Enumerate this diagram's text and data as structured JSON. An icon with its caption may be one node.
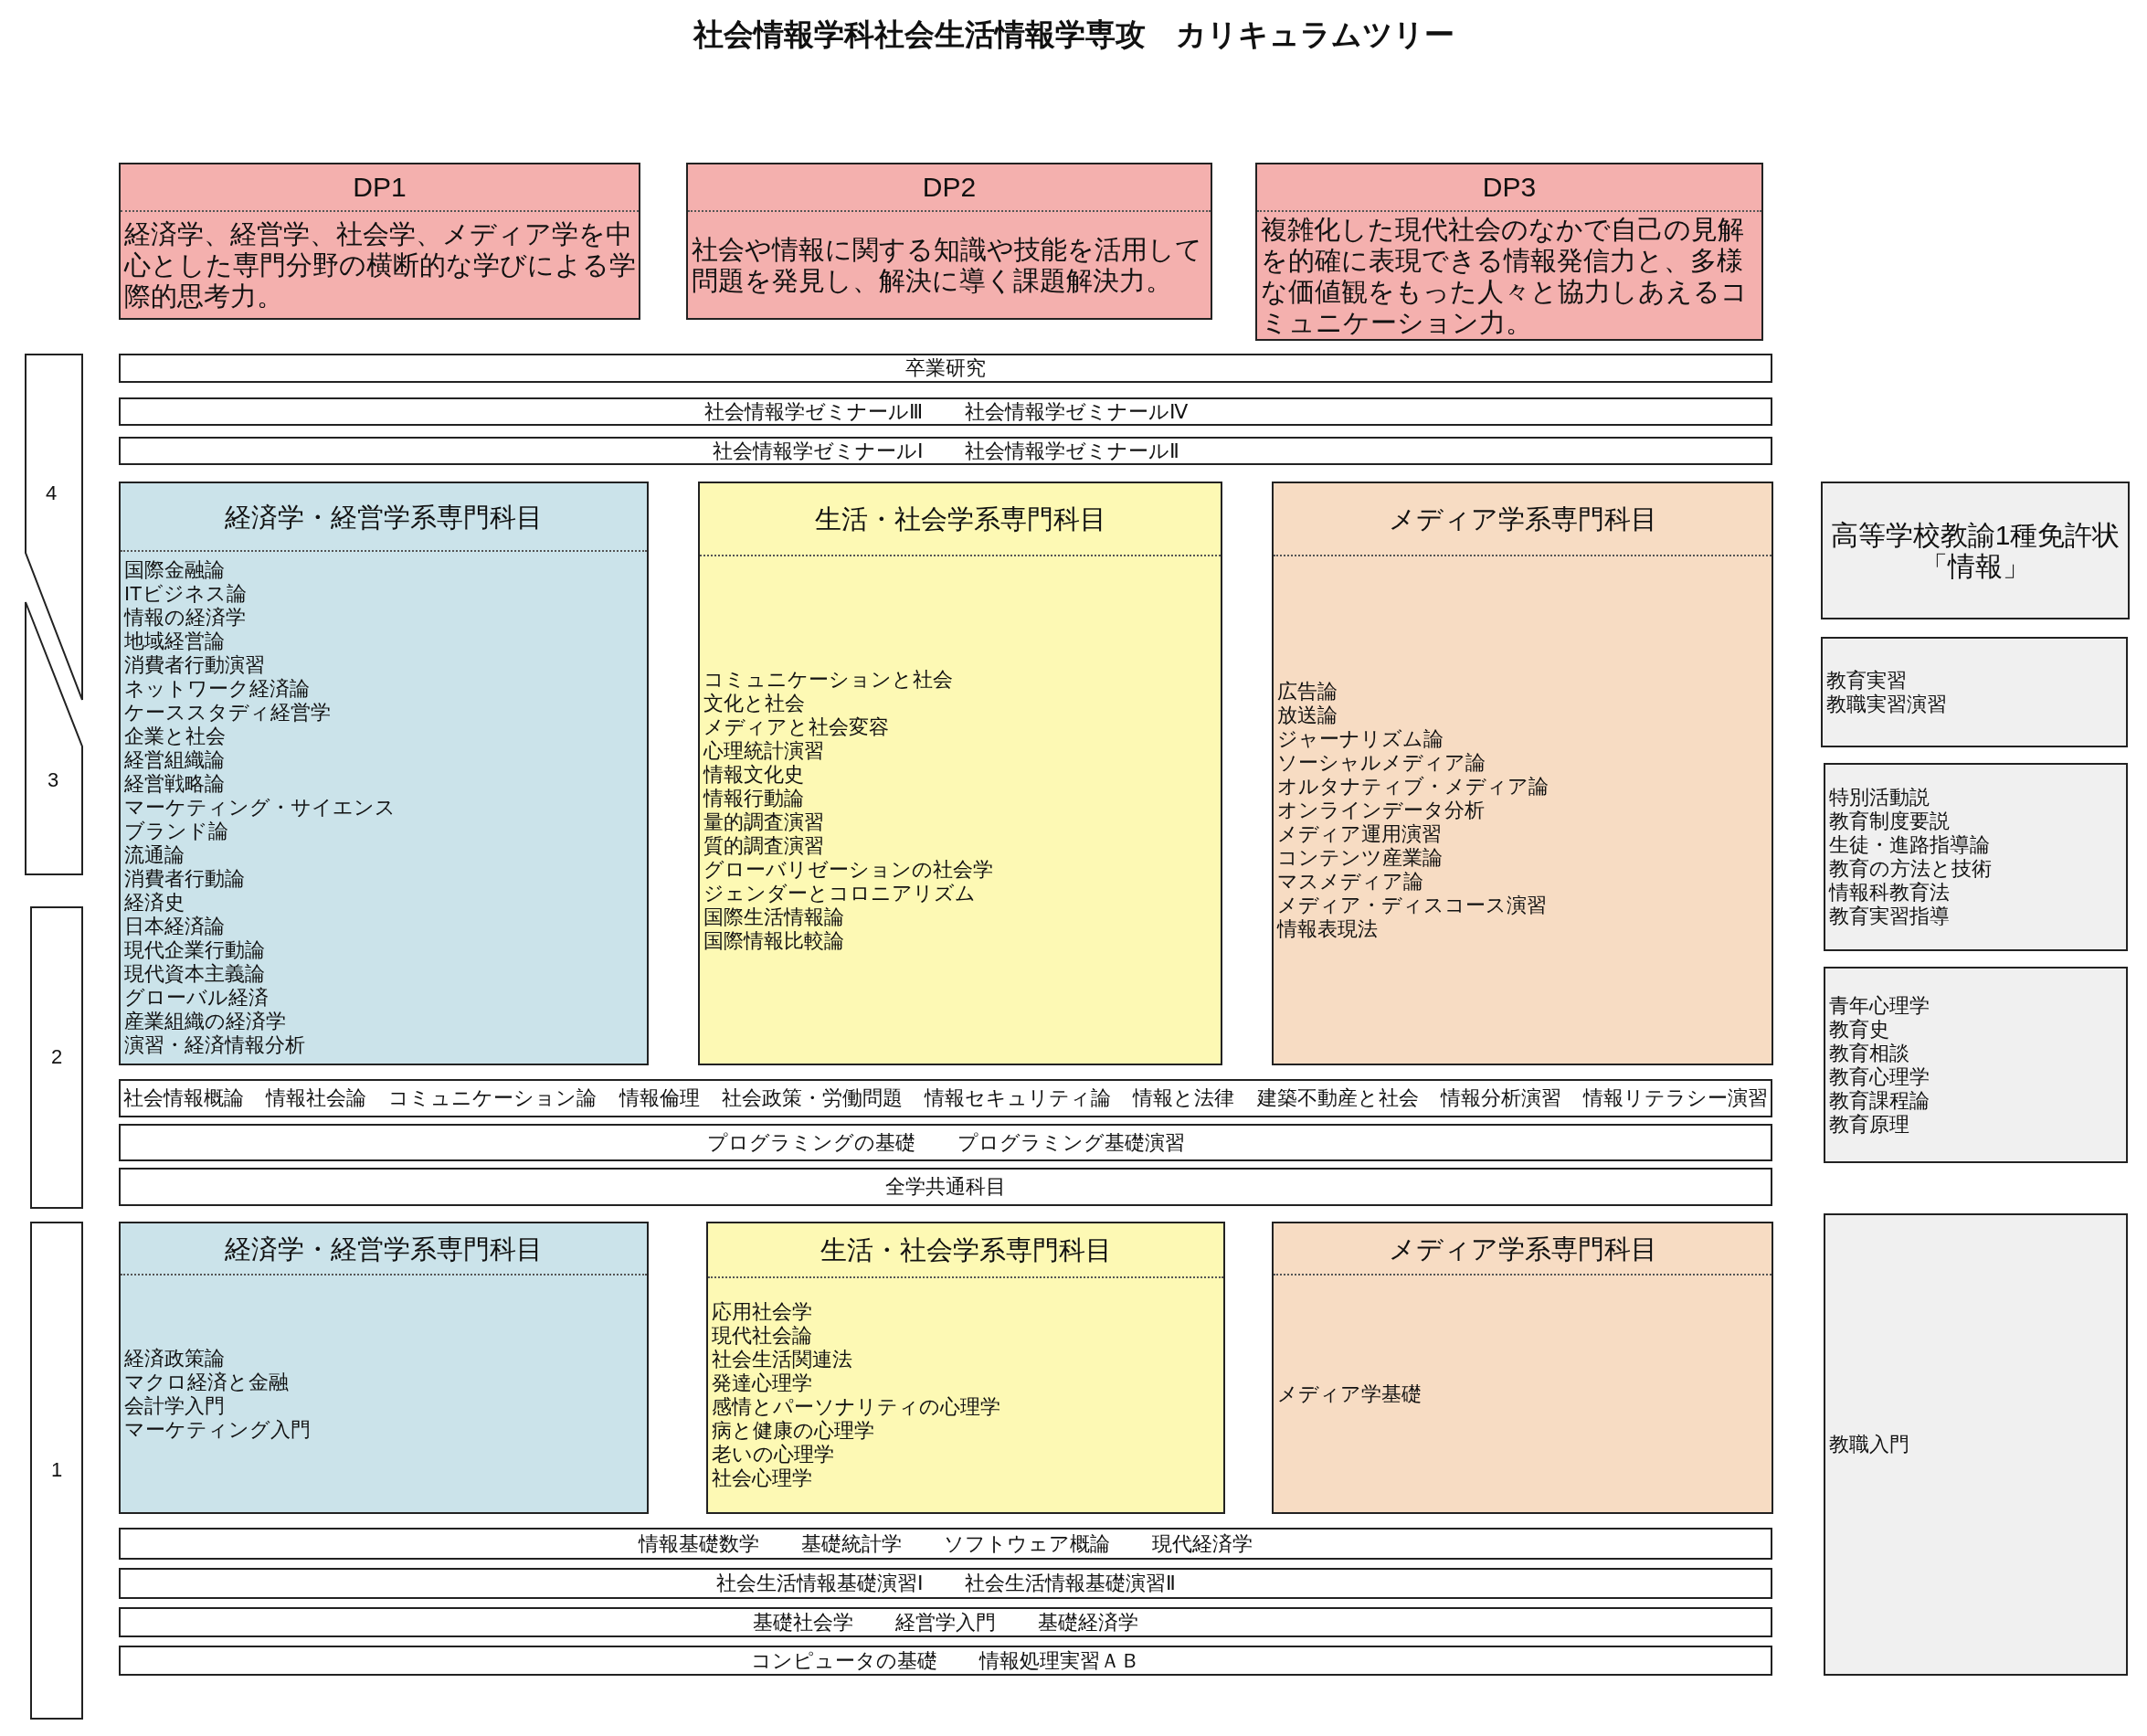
{
  "diagram": {
    "title": "社会情報学科社会生活情報学専攻　カリキュラムツリー",
    "nodes": [
      {
        "text": [
          "DP1",
          "経済学、経営学、社会学、メディア学を中心とした専門分野の横断的な学びによる学際的思考力。"
        ]
      },
      {
        "text": [
          "DP2",
          "社会や情報に関する知識や技能を活用して問題を発見し、解決に導く課題解決力。"
        ]
      },
      {
        "text": [
          "DP3",
          "複雑化した現代社会のなかで自己の見解を的確に表現できる情報発信力と、多様な価値観をもった人々と協力しあえるコミュニケーション力。"
        ]
      },
      {
        "text": [
          "4"
        ]
      },
      {
        "text": [
          "3"
        ]
      },
      {
        "text": [
          "2"
        ]
      },
      {
        "text": [
          "1"
        ]
      },
      {
        "text": [
          "卒業研究"
        ]
      },
      {
        "text": [
          "社会情報学ゼミナールⅢ",
          "社会情報学ゼミナールⅣ"
        ]
      },
      {
        "text": [
          "社会情報学ゼミナールⅠ",
          "社会情報学ゼミナールⅡ"
        ]
      },
      {
        "text": [
          "経済学・経営学系専門科目",
          "国際金融論",
          "ITビジネス論",
          "情報の経済学",
          "地域経営論",
          "消費者行動演習",
          "ネットワーク経済論",
          "ケーススタディ経営学",
          "企業と社会",
          "経営組織論",
          "経営戦略論",
          "マーケティング・サイエンス",
          "ブランド論",
          "流通論",
          "消費者行動論",
          "経済史",
          "日本経済論",
          "現代企業行動論",
          "現代資本主義論",
          "グローバル経済",
          "産業組織の経済学",
          "演習・経済情報分析"
        ]
      },
      {
        "text": [
          "生活・社会学系専門科目",
          "コミュニケーションと社会",
          "文化と社会",
          "メディアと社会変容",
          "心理統計演習",
          "情報文化史",
          "情報行動論",
          "量的調査演習",
          "質的調査演習",
          "グローバリゼーションの社会学",
          "ジェンダーとコロニアリズム",
          "国際生活情報論",
          "国際情報比較論"
        ]
      },
      {
        "text": [
          "メディア学系専門科目",
          "広告論",
          "放送論",
          "ジャーナリズム論",
          "ソーシャルメディア論",
          "オルタナティブ・メディア論",
          "オンラインデータ分析",
          "メディア運用演習",
          "コンテンツ産業論",
          "マスメディア論",
          "メディア・ディスコース演習",
          "情報表現法"
        ]
      },
      {
        "text": [
          "社会情報概論",
          "情報社会論",
          "コミュニケーション論",
          "情報倫理",
          "社会政策・労働問題",
          "情報セキュリティ論",
          "情報と法律",
          "建築不動産と社会",
          "情報分析演習",
          "情報リテラシー演習"
        ]
      },
      {
        "text": [
          "プログラミングの基礎",
          "プログラミング基礎演習"
        ]
      },
      {
        "text": [
          "全学共通科目"
        ]
      },
      {
        "text": [
          "経済学・経営学系専門科目",
          "経済政策論",
          "マクロ経済と金融",
          "会計学入門",
          "マーケティング入門"
        ]
      },
      {
        "text": [
          "生活・社会学系専門科目",
          "応用社会学",
          "現代社会論",
          "社会生活関連法",
          "発達心理学",
          "感情とパーソナリティの心理学",
          "病と健康の心理学",
          "老いの心理学",
          "社会心理学"
        ]
      },
      {
        "text": [
          "メディア学系専門科目",
          "メディア学基礎"
        ]
      },
      {
        "text": [
          "情報基礎数学",
          "基礎統計学",
          "ソフトウェア概論",
          "現代経済学"
        ]
      },
      {
        "text": [
          "社会生活情報基礎演習Ⅰ",
          "社会生活情報基礎演習Ⅱ"
        ]
      },
      {
        "text": [
          "基礎社会学",
          "経営学入門",
          "基礎経済学"
        ]
      },
      {
        "text": [
          "コンピュータの基礎",
          "情報処理実習ＡＢ"
        ]
      },
      {
        "text": [
          "高等学校教諭1種免許状「情報」"
        ]
      },
      {
        "text": [
          "教育実習",
          "教職実習演習"
        ]
      },
      {
        "text": [
          "特別活動説",
          "教育制度要説",
          "生徒・進路指導論",
          "教育の方法と技術",
          "情報科教育法",
          "教育実習指導"
        ]
      },
      {
        "text": [
          "青年心理学",
          "教育史",
          "教育相談",
          "教育心理学",
          "教育課程論",
          "教育原理"
        ]
      },
      {
        "text": [
          "教職入門"
        ]
      }
    ]
  }
}
